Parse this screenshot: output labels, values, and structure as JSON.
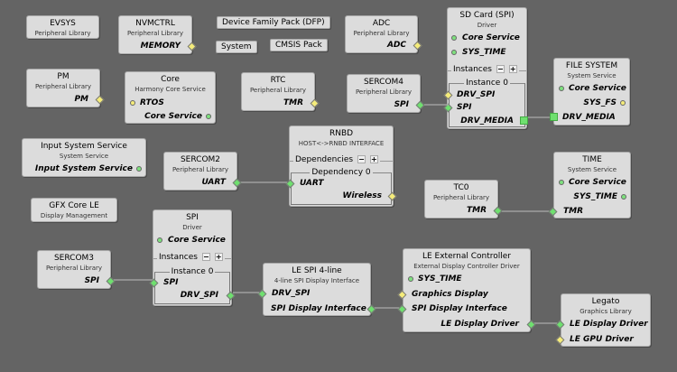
{
  "buttons": {
    "dfp": "Device Family Pack (DFP)",
    "system": "System",
    "cmsis": "CMSIS Pack"
  },
  "nodes": {
    "evsys": {
      "title": "EVSYS",
      "subtitle": "Peripheral Library"
    },
    "nvmctrl": {
      "title": "NVMCTRL",
      "subtitle": "Peripheral Library",
      "ports": [
        "MEMORY"
      ]
    },
    "adc": {
      "title": "ADC",
      "subtitle": "Peripheral Library",
      "ports": [
        "ADC"
      ]
    },
    "sdcard": {
      "title": "SD Card (SPI)",
      "subtitle": "Driver",
      "ports": [
        "Core Service",
        "SYS_TIME"
      ],
      "instances_label": "Instances",
      "instance_label": "Instance 0",
      "instance_ports": [
        "DRV_SPI",
        "SPI",
        "DRV_MEDIA"
      ]
    },
    "pm": {
      "title": "PM",
      "subtitle": "Peripheral Library",
      "ports": [
        "PM"
      ]
    },
    "core": {
      "title": "Core",
      "subtitle": "Harmony Core Service",
      "ports": [
        "RTOS",
        "Core Service"
      ]
    },
    "rtc": {
      "title": "RTC",
      "subtitle": "Peripheral Library",
      "ports": [
        "TMR"
      ]
    },
    "sercom4": {
      "title": "SERCOM4",
      "subtitle": "Peripheral Library",
      "ports": [
        "SPI"
      ]
    },
    "filesystem": {
      "title": "FILE SYSTEM",
      "subtitle": "System Service",
      "ports": [
        "Core Service",
        "SYS_FS",
        "DRV_MEDIA"
      ]
    },
    "inputsys": {
      "title": "Input System Service",
      "subtitle": "System Service",
      "ports": [
        "Input System Service"
      ]
    },
    "sercom2": {
      "title": "SERCOM2",
      "subtitle": "Peripheral Library",
      "ports": [
        "UART"
      ]
    },
    "rnbd": {
      "title": "RNBD",
      "subtitle": "HOST<->RNBD INTERFACE",
      "deps_label": "Dependencies",
      "dep_label": "Dependency 0",
      "dep_ports": [
        "UART",
        "Wireless"
      ]
    },
    "time": {
      "title": "TIME",
      "subtitle": "System Service",
      "ports": [
        "Core Service",
        "SYS_TIME",
        "TMR"
      ]
    },
    "tc0": {
      "title": "TC0",
      "subtitle": "Peripheral Library",
      "ports": [
        "TMR"
      ]
    },
    "gfxcore": {
      "title": "GFX Core LE",
      "subtitle": "Display Management"
    },
    "spi": {
      "title": "SPI",
      "subtitle": "Driver",
      "ports": [
        "Core Service"
      ],
      "instances_label": "Instances",
      "instance_label": "Instance 0",
      "instance_ports": [
        "SPI",
        "DRV_SPI"
      ]
    },
    "sercom3": {
      "title": "SERCOM3",
      "subtitle": "Peripheral Library",
      "ports": [
        "SPI"
      ]
    },
    "lespi": {
      "title": "LE SPI 4-line",
      "subtitle": "4-line SPI Display Interface",
      "ports": [
        "DRV_SPI",
        "SPI Display Interface"
      ]
    },
    "leext": {
      "title": "LE External Controller",
      "subtitle": "External Display Controller Driver",
      "ports": [
        "SYS_TIME",
        "Graphics Display",
        "SPI Display Interface",
        "LE Display Driver"
      ]
    },
    "legato": {
      "title": "Legato",
      "subtitle": "Graphics Library",
      "ports": [
        "LE Display Driver",
        "LE GPU Driver"
      ]
    }
  },
  "colors": {
    "background": "#646464",
    "node": "#dcdcdc",
    "green": "#6fe06f",
    "yellow": "#f5ec7a"
  }
}
